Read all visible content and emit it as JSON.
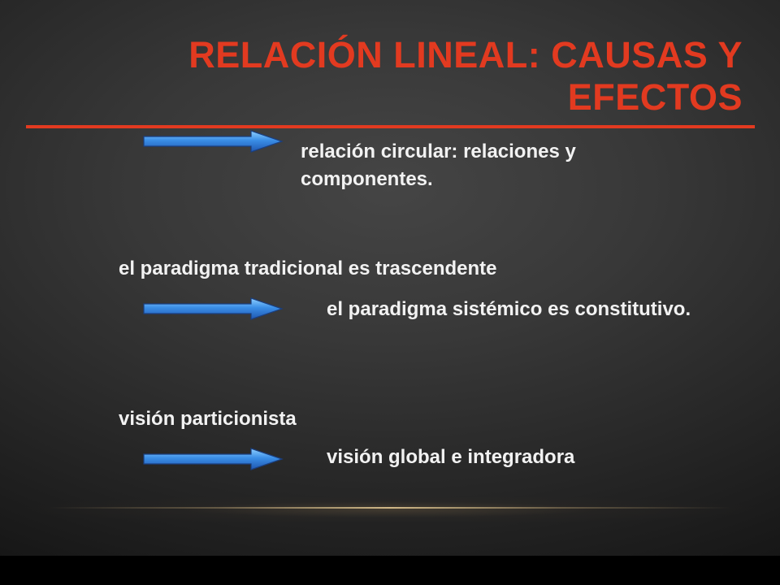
{
  "slide": {
    "title": "RELACIÓN LINEAL: CAUSAS Y EFECTOS",
    "rows": [
      {
        "text": "relación circular: relaciones y componentes."
      },
      {
        "text": "el paradigma tradicional es trascendente"
      },
      {
        "text": "el paradigma sistémico es constitutivo."
      },
      {
        "text": "visión particionista"
      },
      {
        "text": "visión global e integradora"
      }
    ]
  },
  "colors": {
    "title": "#e23a20",
    "rule": "#e23a20",
    "text": "#f2f2f2",
    "arrow_fill": "#2f6fd0",
    "arrow_highlight": "#7fc3ff"
  },
  "icons": [
    "right-arrow-icon"
  ]
}
